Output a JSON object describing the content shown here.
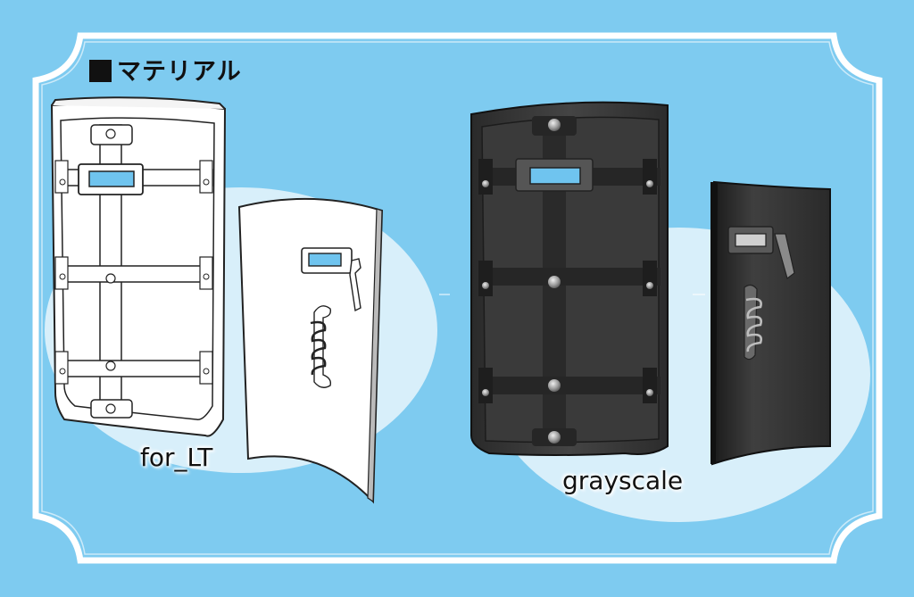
{
  "section": {
    "heading": "マテリアル",
    "heading_icon": "black-square"
  },
  "variants": [
    {
      "caption": "for_LT",
      "style": "line-art"
    },
    {
      "caption": "grayscale",
      "style": "grayscale"
    }
  ],
  "colors": {
    "background": "#7ecbf0",
    "frame": "#ffffff",
    "panel_ellipse": "#d8effa",
    "lineart_fill": "#ffffff",
    "lineart_stroke": "#222222",
    "gray_body": "#3a3a3a",
    "gray_dark": "#1c1c1c",
    "viewport": "#6fc4ef"
  }
}
